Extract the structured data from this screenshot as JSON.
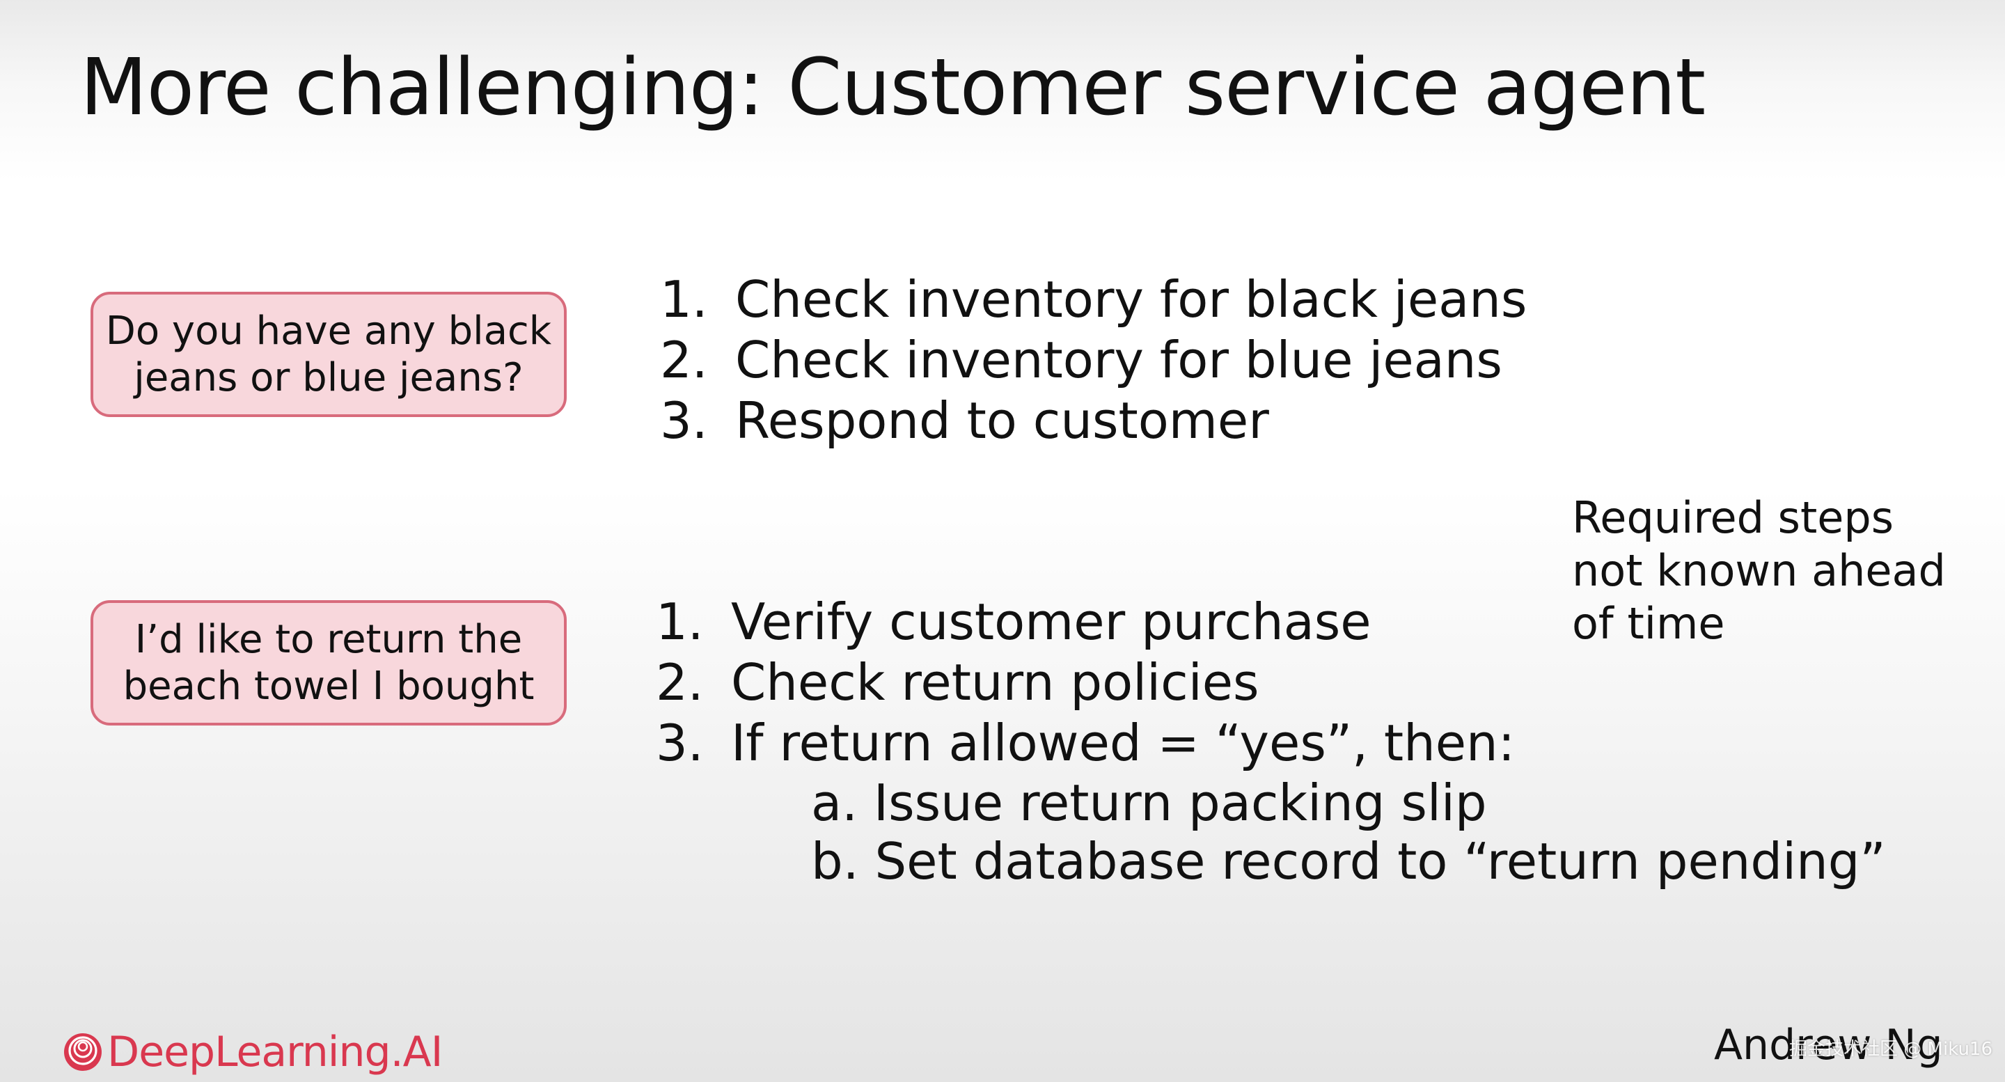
{
  "title": "More challenging: Customer service agent",
  "examples": [
    {
      "query_lines": [
        "Do you have any black",
        "jeans or blue jeans?"
      ],
      "steps": [
        {
          "num": "1.",
          "text": "Check inventory for black jeans"
        },
        {
          "num": "2.",
          "text": "Check inventory for blue jeans"
        },
        {
          "num": "3.",
          "text": "Respond to customer"
        }
      ]
    },
    {
      "query_lines": [
        "I’d like to return the",
        "beach towel I bought"
      ],
      "steps": [
        {
          "num": "1.",
          "text": "Verify customer purchase"
        },
        {
          "num": "2.",
          "text": "Check return policies"
        },
        {
          "num": "3.",
          "text": "If return allowed = “yes”, then:"
        }
      ],
      "sub_steps": [
        "a. Issue return packing slip",
        "b. Set database record to “return pending”"
      ]
    }
  ],
  "side_note_lines": [
    "Required steps",
    "not known ahead",
    "of time"
  ],
  "footer": {
    "logo_text": "DeepLearning.AI",
    "logo_icon": "deeplearning-logo-icon",
    "author": "Andrew Ng",
    "watermark": "掘金技术社区 @ Miku16"
  },
  "colors": {
    "bubble_fill": "#f8d7dc",
    "bubble_border": "#d86b7c",
    "brand_red": "#d9384f"
  }
}
